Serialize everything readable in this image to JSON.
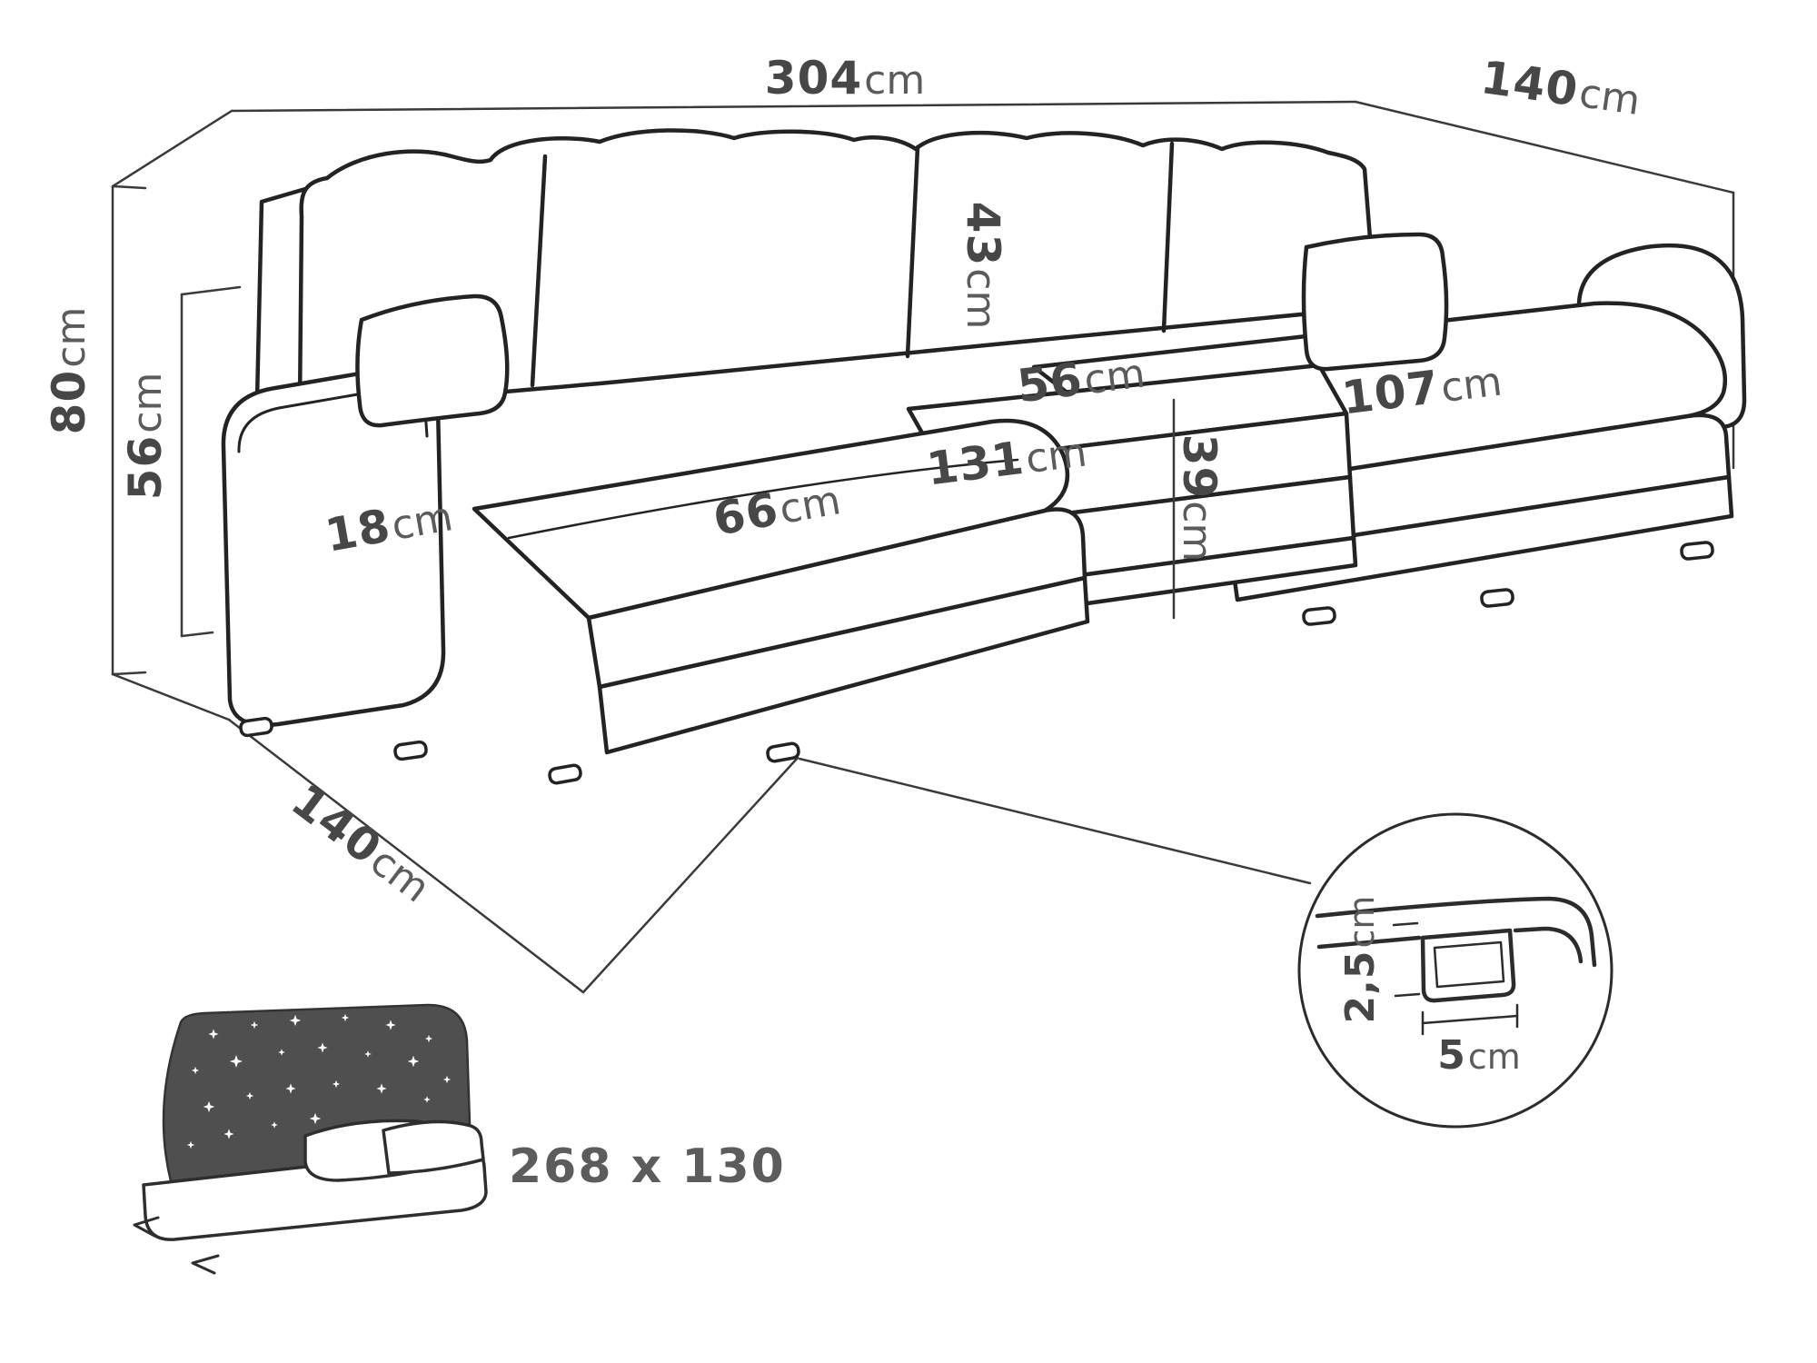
{
  "diagram": {
    "type": "u-shaped-sofa-dimension-diagram",
    "colors": {
      "sofa_line": "#232323",
      "guide_line": "#3a3a3a",
      "label_text": "#474747",
      "bed_icon_dark": "#4f4f4f",
      "background": "#ffffff"
    },
    "icons": {
      "sofa_bed": "sofa-bed-icon",
      "leg_detail": "leg-detail-magnifier-circle"
    },
    "labels": {
      "width_top": {
        "value": "304",
        "unit": "cm"
      },
      "depth_right": {
        "value": "140",
        "unit": "cm"
      },
      "height_total": {
        "value": "80",
        "unit": "cm"
      },
      "height_seat": {
        "value": "56",
        "unit": "cm"
      },
      "back_cushion_height": {
        "value": "43",
        "unit": "cm"
      },
      "seat_depth_middle": {
        "value": "56",
        "unit": "cm"
      },
      "chaise_length_right": {
        "value": "107",
        "unit": "cm"
      },
      "bed_width_middle": {
        "value": "131",
        "unit": "cm"
      },
      "front_height_middle": {
        "value": "39",
        "unit": "cm"
      },
      "seat_width_left": {
        "value": "66",
        "unit": "cm"
      },
      "armrest_width": {
        "value": "18",
        "unit": "cm"
      },
      "depth_left": {
        "value": "140",
        "unit": "cm"
      },
      "leg_height": {
        "value": "2,5",
        "unit": "cm"
      },
      "leg_width": {
        "value": "5",
        "unit": "cm"
      }
    },
    "sleeping_area": {
      "text": "268 x 130"
    }
  }
}
